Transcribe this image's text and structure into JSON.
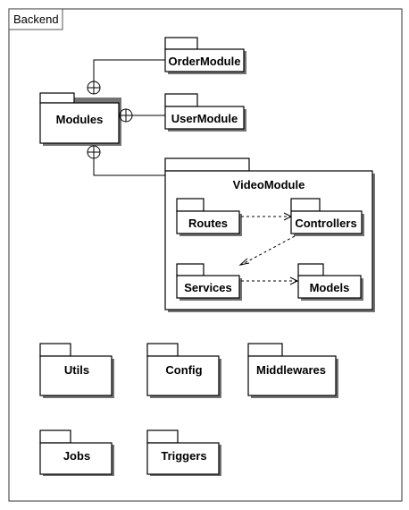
{
  "frame": {
    "label": "Backend"
  },
  "packages": {
    "modules": "Modules",
    "order_module": "OrderModule",
    "user_module": "UserModule",
    "video_module": "VideoModule",
    "routes": "Routes",
    "controllers": "Controllers",
    "services": "Services",
    "models": "Models",
    "utils": "Utils",
    "config": "Config",
    "middlewares": "Middlewares",
    "jobs": "Jobs",
    "triggers": "Triggers"
  }
}
